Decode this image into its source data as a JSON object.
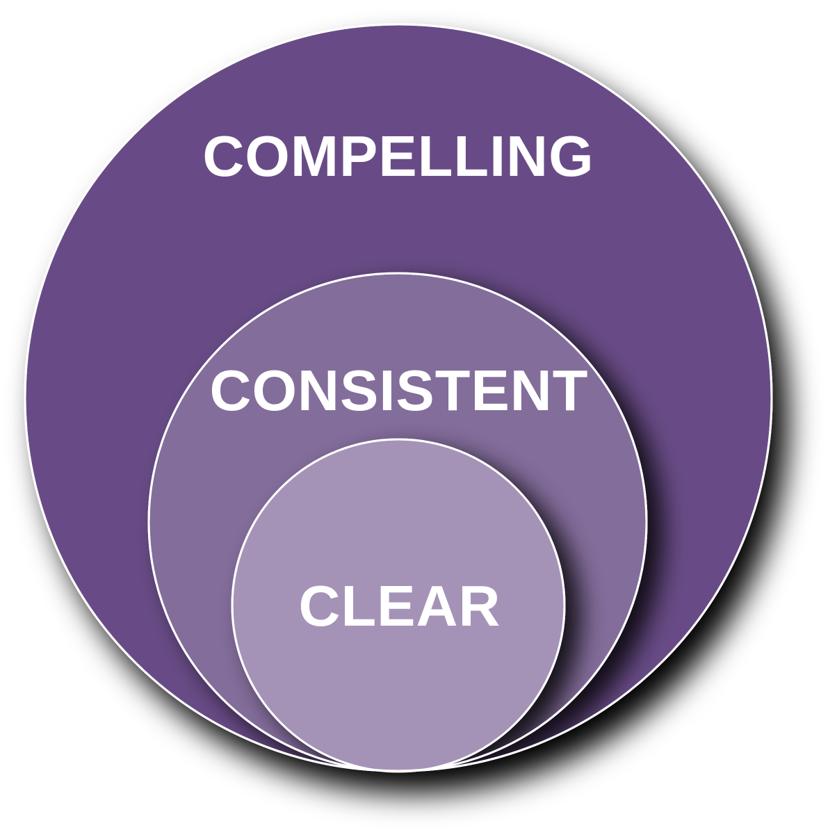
{
  "diagram": {
    "title": "Nested circles: Compelling, Consistent, Clear",
    "circles": [
      {
        "id": "compelling",
        "label": "COMPELLING",
        "color": "#684B86",
        "level": "outer"
      },
      {
        "id": "consistent",
        "label": "CONSISTENT",
        "color": "#836D9B",
        "level": "middle"
      },
      {
        "id": "clear",
        "label": "CLEAR",
        "color": "#A593B7",
        "level": "inner"
      }
    ],
    "stroke_color": "#FFFFFF",
    "shadow_color": "#000000",
    "background": "#FFFFFF"
  }
}
